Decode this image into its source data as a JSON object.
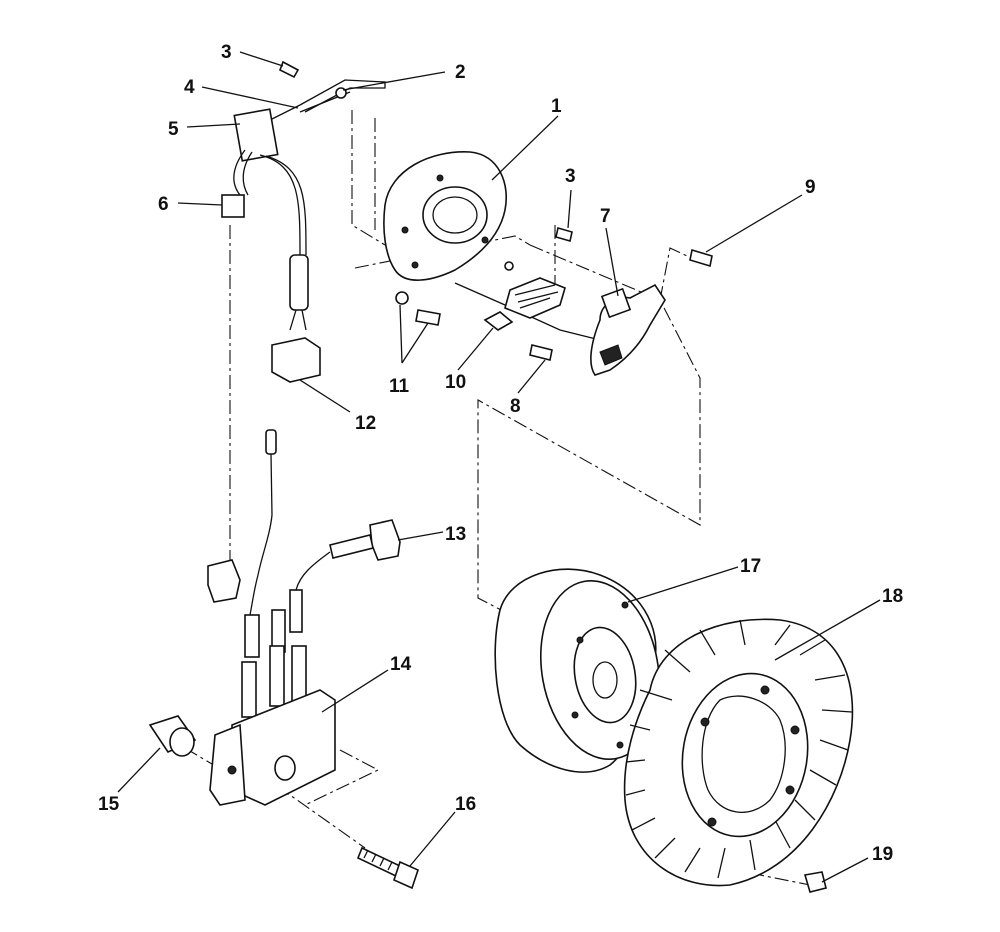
{
  "callouts": [
    {
      "id": "c1",
      "text": "1"
    },
    {
      "id": "c2",
      "text": "2"
    },
    {
      "id": "c3a",
      "text": "3"
    },
    {
      "id": "c3b",
      "text": "3"
    },
    {
      "id": "c4",
      "text": "4"
    },
    {
      "id": "c5",
      "text": "5"
    },
    {
      "id": "c6",
      "text": "6"
    },
    {
      "id": "c7",
      "text": "7"
    },
    {
      "id": "c8",
      "text": "8"
    },
    {
      "id": "c9",
      "text": "9"
    },
    {
      "id": "c10",
      "text": "10"
    },
    {
      "id": "c11",
      "text": "11"
    },
    {
      "id": "c12",
      "text": "12"
    },
    {
      "id": "c13",
      "text": "13"
    },
    {
      "id": "c14",
      "text": "14"
    },
    {
      "id": "c15",
      "text": "15"
    },
    {
      "id": "c16",
      "text": "16"
    },
    {
      "id": "c17",
      "text": "17"
    },
    {
      "id": "c18",
      "text": "18"
    },
    {
      "id": "c19",
      "text": "19"
    }
  ]
}
